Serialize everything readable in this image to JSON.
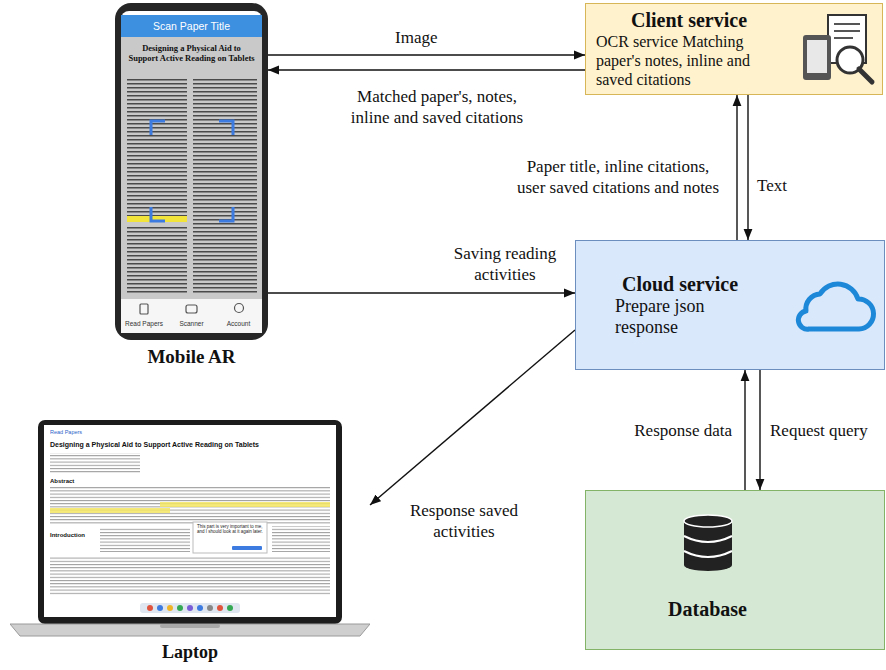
{
  "diagram": {
    "nodes": [
      {
        "text": [
          "Scan Paper Title",
          "Designing a Physical Aid to Support Active Reading on Tablets",
          "Read Papers",
          "Scanner",
          "Account",
          "Mobile AR"
        ]
      },
      {
        "text": [
          "Client service",
          "OCR service Matching paper's notes, inline and saved citations"
        ]
      },
      {
        "text": [
          "Cloud service",
          "Prepare json response"
        ]
      },
      {
        "text": [
          "Read Papers",
          "Designing a Physical Aid to Support Active Reading on Tablets",
          "Abstract",
          "Introduction",
          "This part is very important to me, and I should look at it again later.",
          "Laptop"
        ]
      },
      {
        "text": [
          "Database"
        ]
      }
    ],
    "edges": [
      {
        "from": 0,
        "to": 1,
        "label": "Image",
        "arrow": "to"
      },
      {
        "from": 1,
        "to": 0,
        "label": "Matched paper's, notes, inline and saved citations",
        "arrow": "to"
      },
      {
        "from": 2,
        "to": 1,
        "label": "Paper title, inline citations, user saved citations and notes",
        "arrow": "to"
      },
      {
        "from": 1,
        "to": 2,
        "label": "Text",
        "arrow": "to"
      },
      {
        "from": 0,
        "to": 2,
        "label": "Saving reading activities",
        "arrow": "to"
      },
      {
        "from": 2,
        "to": 3,
        "label": "Response saved activities",
        "arrow": "to"
      },
      {
        "from": 4,
        "to": 2,
        "label": "Response data",
        "arrow": "to"
      },
      {
        "from": 2,
        "to": 4,
        "label": "Request query",
        "arrow": "to"
      }
    ]
  }
}
